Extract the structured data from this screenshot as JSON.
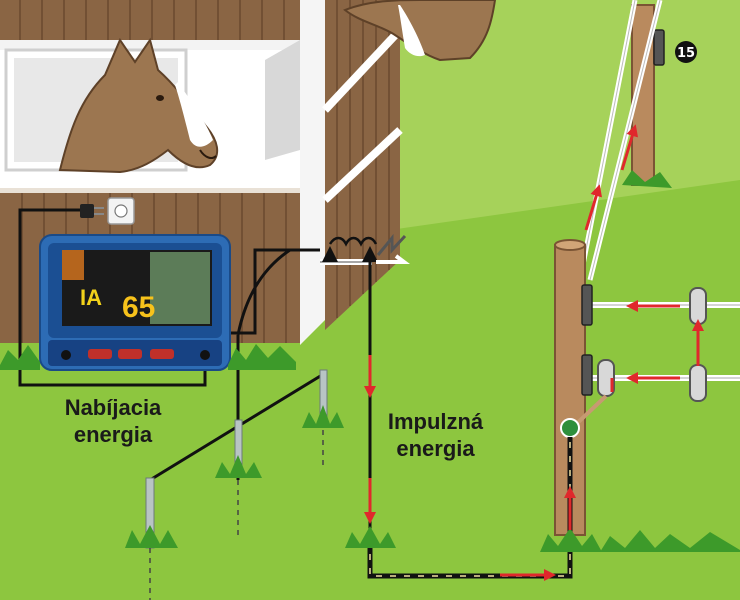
{
  "labels": {
    "charging": [
      "Nabíjacia",
      "energia"
    ],
    "impulse": [
      "Impulzná",
      "energia"
    ]
  },
  "badge": "15",
  "device": {
    "display": "65",
    "display_left": "IA"
  },
  "icons": {
    "horse_stall": "horse-head-icon",
    "horse_pasture": "horse-head-icon",
    "outlet": "power-outlet-icon",
    "plug": "power-plug-icon",
    "lightning_diverter": "lightning-diverter-icon",
    "insulators": "fence-insulator-icon",
    "flow_arrows": "red-arrow-icon"
  },
  "colors": {
    "grass": "#8dc63f",
    "grass_light": "#a6d25a",
    "wood": "#8a6544",
    "post": "#b98a5e",
    "device_blue": "#2d6cb5",
    "wire": "#111111",
    "fence_wire": "#ffffff",
    "arrow": "#e0282c",
    "tuft": "#3d9a2a"
  }
}
